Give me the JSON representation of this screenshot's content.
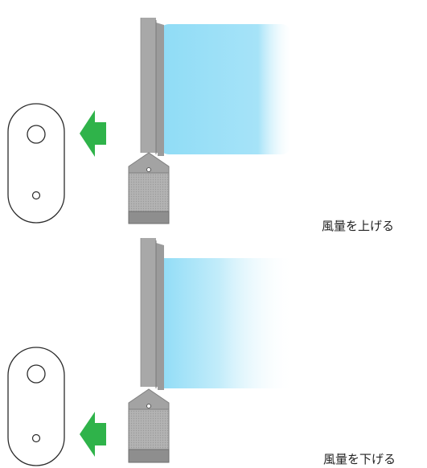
{
  "panels": [
    {
      "id": "increase",
      "caption": "風量を上げる",
      "arrow_color": "#2fb34a",
      "airflow_color": "#8fdcf6"
    },
    {
      "id": "decrease",
      "caption": "風量を下げる",
      "arrow_color": "#2fb34a",
      "airflow_color": "#8fdcf6"
    }
  ]
}
